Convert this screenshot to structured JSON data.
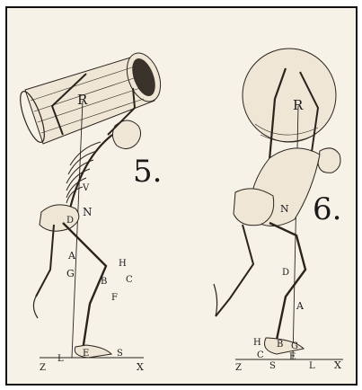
{
  "figures": [
    {
      "number": "5.",
      "labels": {
        "R": "R",
        "V": "V",
        "N": "N",
        "D": "D",
        "A": "A",
        "G": "G",
        "H": "H",
        "B": "B",
        "C": "C",
        "F": "F",
        "Z": "Z",
        "L": "L",
        "E": "E",
        "S": "S",
        "X": "X"
      }
    },
    {
      "number": "6.",
      "labels": {
        "R": "R",
        "N": "N",
        "D": "D",
        "A": "A",
        "H": "H",
        "B": "B",
        "G": "G",
        "C": "C",
        "E": "E",
        "Z": "Z",
        "S": "S",
        "L": "L",
        "X": "X"
      }
    }
  ],
  "colors": {
    "ink": "#2a241d",
    "paper": "#f7f2e8",
    "frame": "#111111"
  }
}
